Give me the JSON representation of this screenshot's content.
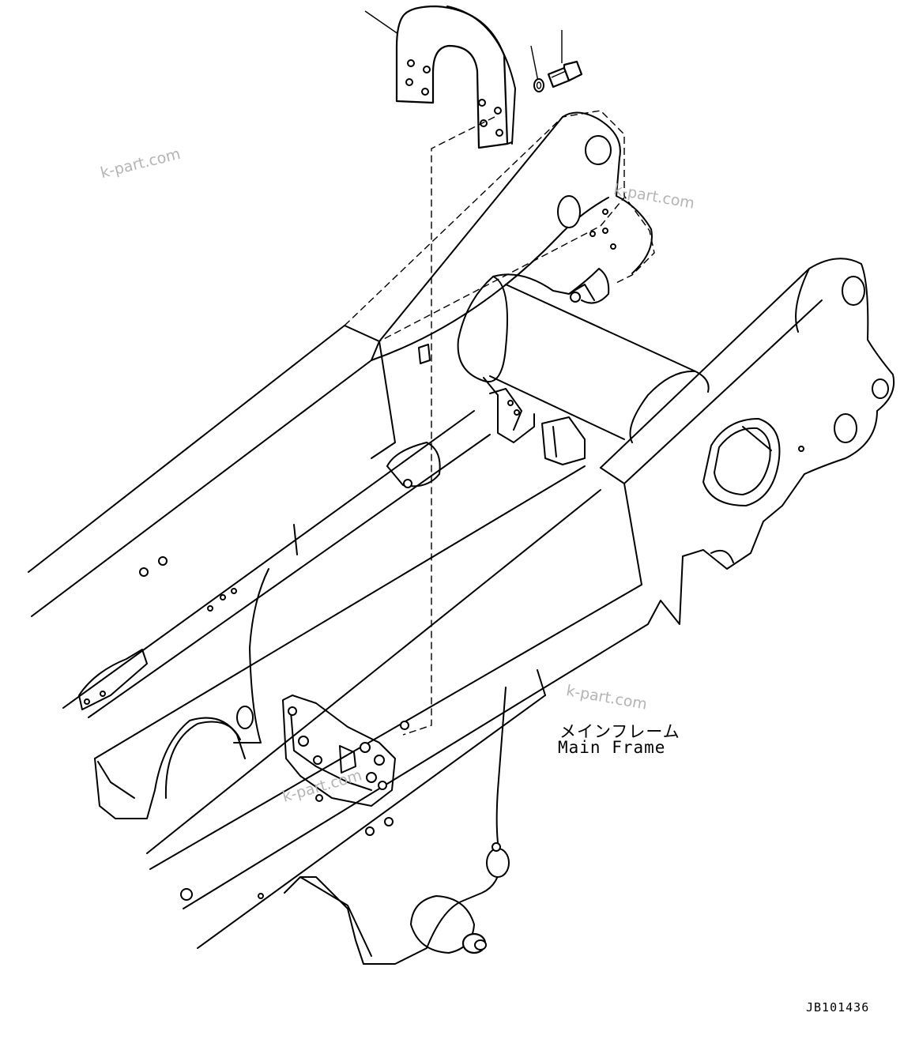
{
  "labels": {
    "frame_jp": "メインフレーム",
    "frame_en": "Main Frame",
    "drawing_code": "JB101436"
  },
  "watermark": "k-part.com"
}
